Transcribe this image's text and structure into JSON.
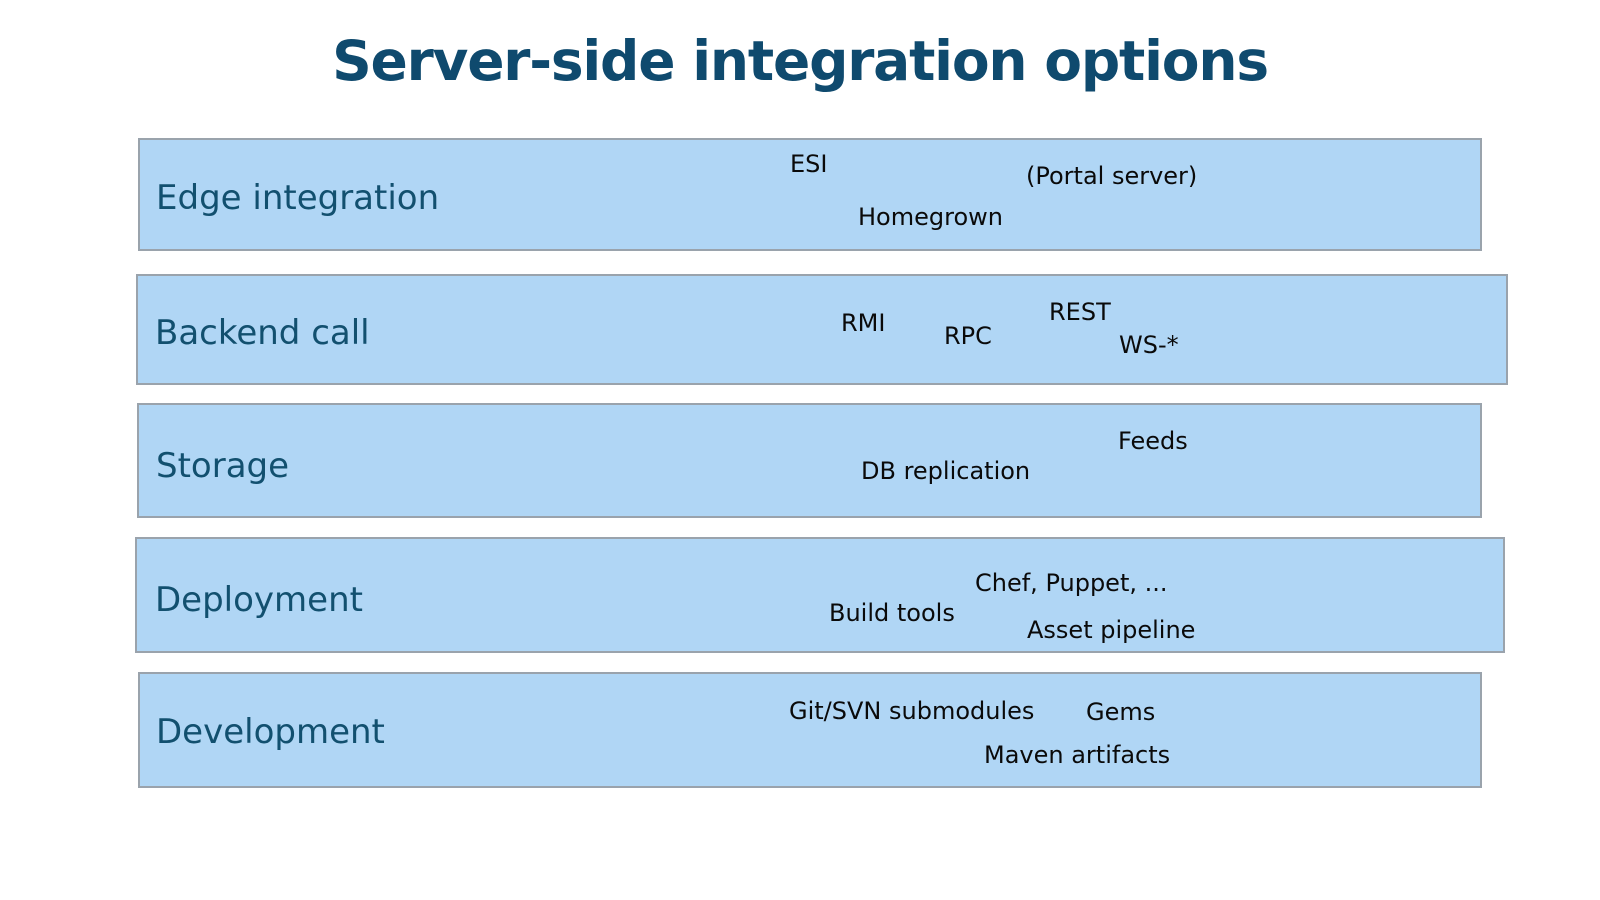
{
  "slide": {
    "title": "Server-side integration options",
    "background_color": "#ffffff",
    "title_color": "#0f4a6e",
    "band_fill_color": "#b0d6f5",
    "band_border_color": "#9aa3ac",
    "band_label_color": "#12506f",
    "tag_color": "#0a0a0a"
  },
  "bands": [
    {
      "label": "Edge integration",
      "tags": [
        {
          "text": "ESI"
        },
        {
          "text": "(Portal server)"
        },
        {
          "text": "Homegrown"
        }
      ]
    },
    {
      "label": "Backend call",
      "tags": [
        {
          "text": "RMI"
        },
        {
          "text": "RPC"
        },
        {
          "text": "REST"
        },
        {
          "text": "WS-*"
        }
      ]
    },
    {
      "label": "Storage",
      "tags": [
        {
          "text": "Feeds"
        },
        {
          "text": "DB replication"
        }
      ]
    },
    {
      "label": "Deployment",
      "tags": [
        {
          "text": "Chef, Puppet, ..."
        },
        {
          "text": "Build tools"
        },
        {
          "text": "Asset pipeline"
        }
      ]
    },
    {
      "label": "Development",
      "tags": [
        {
          "text": "Git/SVN submodules"
        },
        {
          "text": "Gems"
        },
        {
          "text": "Maven artifacts"
        }
      ]
    }
  ]
}
